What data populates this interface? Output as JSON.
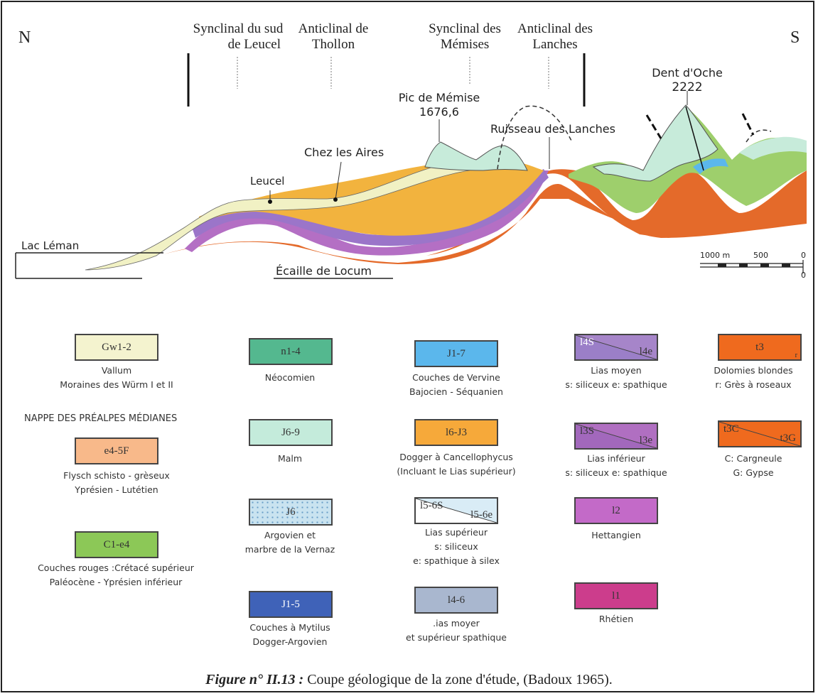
{
  "orientation": {
    "north": "N",
    "south": "S"
  },
  "structures": [
    {
      "line1": "Synclinal du sud",
      "line2": "de Leucel"
    },
    {
      "line1": "Anticlinal de",
      "line2": "Thollon"
    },
    {
      "line1": "Synclinal des",
      "line2": "Mémises"
    },
    {
      "line1": "Anticlinal des",
      "line2": "Lanches"
    }
  ],
  "places": {
    "pic_name": "Pic de Mémise",
    "pic_alt": "1676,6",
    "dent_name": "Dent d'Oche",
    "dent_alt": "2222",
    "ruisseau": "Ruisseau des Lanches",
    "leucel": "Leucel",
    "chez": "Chez les Aires",
    "lac": "Lac Léman",
    "ecaille": "Écaille de Locum"
  },
  "scale": {
    "left": "1000 m",
    "mid": "500",
    "right": "0",
    "bottom": "0"
  },
  "nappe_title": "NAPPE DES PRÉALPES MÉDIANES",
  "legend": [
    {
      "code": "Gw1-2",
      "lines": [
        "Vallum",
        "Moraines des Würm I et II"
      ],
      "color": "#f4f3cf"
    },
    {
      "code": "e4-5F",
      "lines": [
        "Flysch schisto - grèseux",
        "Yprésien - Lutétien"
      ],
      "color": "#f8b98a"
    },
    {
      "code": "C1-e4",
      "lines": [
        "Couches rouges :Crétacé supérieur",
        "Paléocène - Yprésien inférieur"
      ],
      "color": "#8cc857"
    },
    {
      "code": "n1-4",
      "lines": [
        "Néocomien"
      ],
      "color": "#54b88f"
    },
    {
      "code": "J6-9",
      "lines": [
        "Malm"
      ],
      "color": "#c4ebdb"
    },
    {
      "code": "J6",
      "lines": [
        "Argovien et",
        "marbre de la Vernaz"
      ],
      "color": "#c9e3f0"
    },
    {
      "code": "J1-5",
      "lines": [
        "Couches à Mytilus",
        "Dogger-Argovien"
      ],
      "color": "#3f62b8"
    },
    {
      "code": "J1-7",
      "lines": [
        "Couches de Vervine",
        "Bajocien - Séquanien"
      ],
      "color": "#5bb7ec"
    },
    {
      "code": "l6-J3",
      "lines": [
        "Dogger à Cancellophycus",
        "(Incluant le Lias supérieur)"
      ],
      "color": "#f6a93a"
    },
    {
      "code": "l5-6S",
      "code2": "l5-6e",
      "lines": [
        "Lias supérieur",
        "s: siliceux",
        "e: spathique à silex"
      ],
      "color": "#d9ecf6"
    },
    {
      "code": "l4-6",
      "lines": [
        ".ias moyer",
        "et supérieur spathique"
      ],
      "color": "#a9b7cf"
    },
    {
      "code": "l4S",
      "code2": "l4e",
      "lines": [
        "Lias moyen",
        "s: siliceux e: spathique"
      ],
      "color": "#a685c9"
    },
    {
      "code": "l3S",
      "code2": "l3e",
      "lines": [
        "Lias inférieur",
        "s: siliceux e: spathique"
      ],
      "color": "#b06fc1"
    },
    {
      "code": "l2",
      "lines": [
        "Hettangien"
      ],
      "color": "#c36ac8"
    },
    {
      "code": "l1",
      "lines": [
        "Rhétien"
      ],
      "color": "#cc3d8c"
    },
    {
      "code": "t3",
      "code2": "r",
      "lines": [
        "Dolomies blondes",
        "r: Grès à roseaux"
      ],
      "color": "#ef6a1e"
    },
    {
      "code": "t3C",
      "code2": "t3G",
      "lines": [
        "C: Cargneule",
        "G: Gypse"
      ],
      "color": "#ef6a1e"
    }
  ],
  "caption": {
    "bold": "Figure n° II.13 :",
    "text": " Coupe géologique de la zone d'étude, (Badoux 1965)."
  }
}
